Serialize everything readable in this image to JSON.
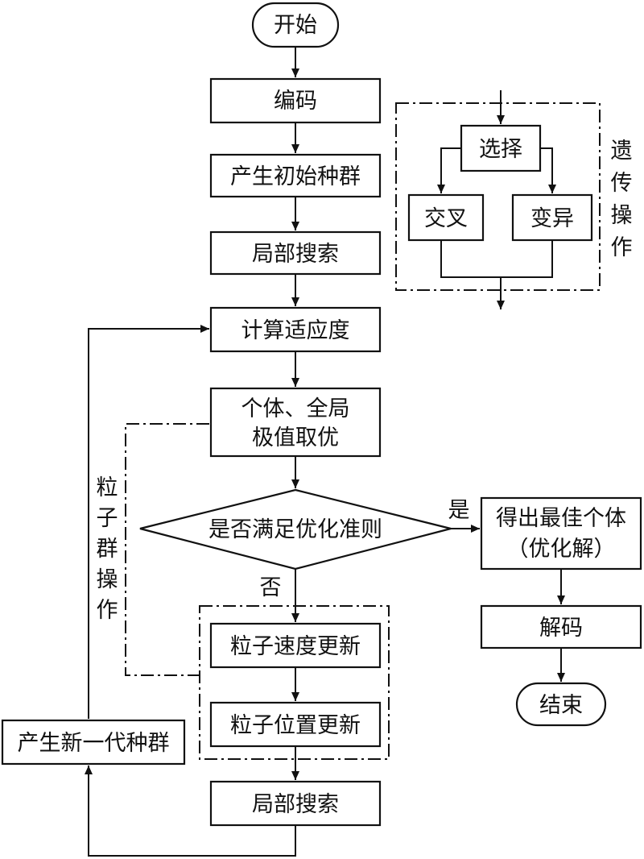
{
  "flowchart": {
    "start": "开始",
    "encode": "编码",
    "init_population": "产生初始种群",
    "local_search_1": "局部搜索",
    "fitness": "计算适应度",
    "optimum_line1": "个体、全局",
    "optimum_line2": "极值取优",
    "decision": "是否满足优化准则",
    "yes_label": "是",
    "no_label": "否",
    "best_line1": "得出最佳个体",
    "best_line2": "（优化解）",
    "decode": "解码",
    "end": "结束",
    "velocity_update": "粒子速度更新",
    "position_update": "粒子位置更新",
    "local_search_2": "局部搜索",
    "new_generation": "产生新一代种群",
    "pso_group_label": [
      "粒",
      "子",
      "群",
      "操",
      "作"
    ],
    "genetic_group": {
      "selection": "选择",
      "crossover": "交叉",
      "mutation": "变异",
      "label": [
        "遗",
        "传",
        "操",
        "作"
      ]
    }
  },
  "colors": {
    "stroke": "#111111",
    "fill": "#ffffff"
  }
}
